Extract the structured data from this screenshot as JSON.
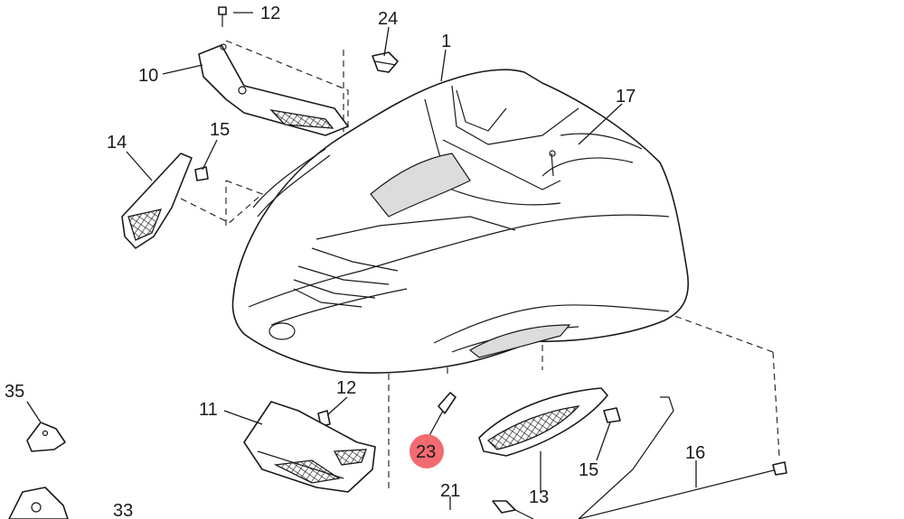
{
  "callouts": [
    {
      "id": "c12a",
      "text": "12"
    },
    {
      "id": "c24",
      "text": "24"
    },
    {
      "id": "c1",
      "text": "1"
    },
    {
      "id": "c10",
      "text": "10"
    },
    {
      "id": "c17",
      "text": "17"
    },
    {
      "id": "c15a",
      "text": "15"
    },
    {
      "id": "c14",
      "text": "14"
    },
    {
      "id": "c35",
      "text": "35"
    },
    {
      "id": "c12b",
      "text": "12"
    },
    {
      "id": "c11",
      "text": "11"
    },
    {
      "id": "c23",
      "text": "23"
    },
    {
      "id": "c21",
      "text": "21"
    },
    {
      "id": "c13",
      "text": "13"
    },
    {
      "id": "c15b",
      "text": "15"
    },
    {
      "id": "c16",
      "text": "16"
    },
    {
      "id": "c33",
      "text": "33"
    }
  ],
  "highlight": {
    "callout": "c23",
    "color": "#f26b70"
  }
}
